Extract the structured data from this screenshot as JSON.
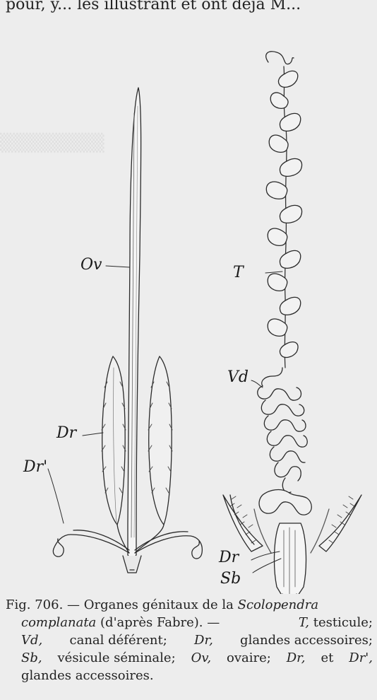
{
  "header": {
    "fragment": "pour, y... les illustrant et ont déjà M..."
  },
  "figure": {
    "labels": {
      "ov": "Ov",
      "dr_left": "Dr",
      "dr_prime": "Dr'",
      "t": "T",
      "vd": "Vd",
      "dr_right": "Dr",
      "sb": "Sb"
    }
  },
  "caption": {
    "line1": "Fig. 706. — Organes génitaux de la",
    "line1_species": "Scolopendra",
    "line2_species": "complanata",
    "line2_rest": "(d'après Fabre). —",
    "line2_t": "T,",
    "line2_t_def": "testicule;",
    "line3_vd": "Vd,",
    "line3_a": "canal déférent;",
    "line3_dr": "Dr,",
    "line3_b": "glandes accessoires;",
    "line4_sb": "Sb,",
    "line4_a": "vésicule séminale;",
    "line4_ov": "Ov,",
    "line4_b": "ovaire;",
    "line4_dr": "Dr,",
    "line4_c": "et",
    "line4_drp": "Dr',",
    "line5": "glandes accessoires."
  }
}
